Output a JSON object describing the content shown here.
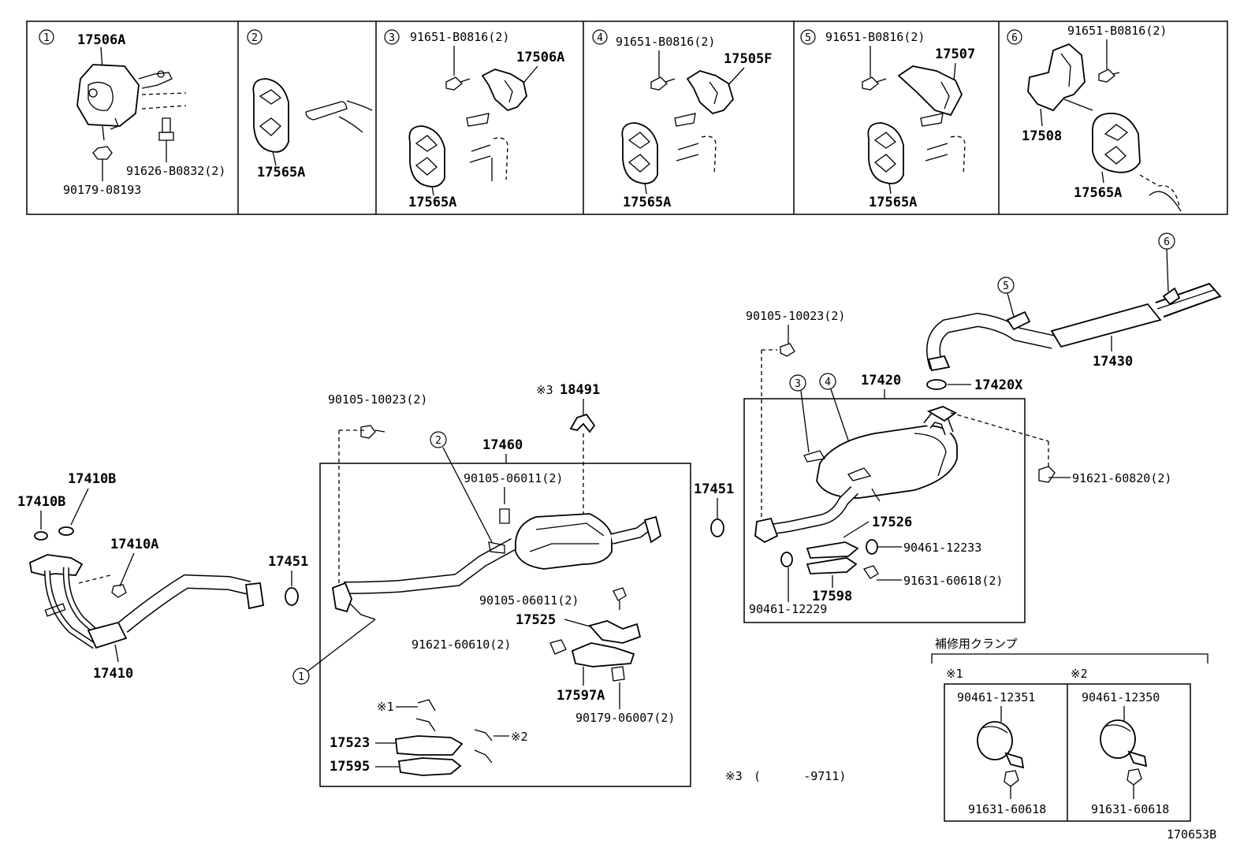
{
  "figure_code": "170653B",
  "detail_panels": [
    {
      "index": "1",
      "labels": [
        "17506A",
        "91626-B0832(2)",
        "90179-08193"
      ]
    },
    {
      "index": "2",
      "labels": [
        "17565A"
      ]
    },
    {
      "index": "3",
      "labels": [
        "91651-B0816(2)",
        "17506A",
        "17565A"
      ]
    },
    {
      "index": "4",
      "labels": [
        "91651-B0816(2)",
        "17505F",
        "17565A"
      ]
    },
    {
      "index": "5",
      "labels": [
        "91651-B0816(2)",
        "17507",
        "17565A"
      ]
    },
    {
      "index": "6",
      "labels": [
        "91651-B0816(2)",
        "17508",
        "17565A"
      ]
    }
  ],
  "front_pipe": {
    "labels": [
      "17410B",
      "17410B",
      "17410A",
      "17410",
      "17451"
    ]
  },
  "converter_group": {
    "box_label": "17460",
    "labels": [
      "90105-10023(2)",
      "18491",
      "90105-06011(2)",
      "90105-06011(2)",
      "17525",
      "91621-60610(2)",
      "17597A",
      "90179-06007(2)",
      "17523",
      "17595"
    ],
    "callouts": [
      "1",
      "2"
    ],
    "marks": [
      "※3",
      "※1",
      "※2"
    ]
  },
  "center_gasket": "17451",
  "muffler_group": {
    "box_label": "17420",
    "labels": [
      "90105-10023(2)",
      "91621-60820(2)",
      "17526",
      "90461-12233",
      "91631-60618(2)",
      "17598",
      "90461-12229"
    ],
    "callouts": [
      "3",
      "4"
    ]
  },
  "tail_pipe": {
    "labels": [
      "17430",
      "17420X"
    ],
    "callouts": [
      "5",
      "6"
    ]
  },
  "note": {
    "mark": "※3",
    "text": "(      -9711)"
  },
  "repair_clamp": {
    "title": "補修用クランプ",
    "cells": [
      {
        "mark": "※1",
        "clamp": "90461-12351",
        "bolt": "91631-60618"
      },
      {
        "mark": "※2",
        "clamp": "90461-12350",
        "bolt": "91631-60618"
      }
    ]
  }
}
